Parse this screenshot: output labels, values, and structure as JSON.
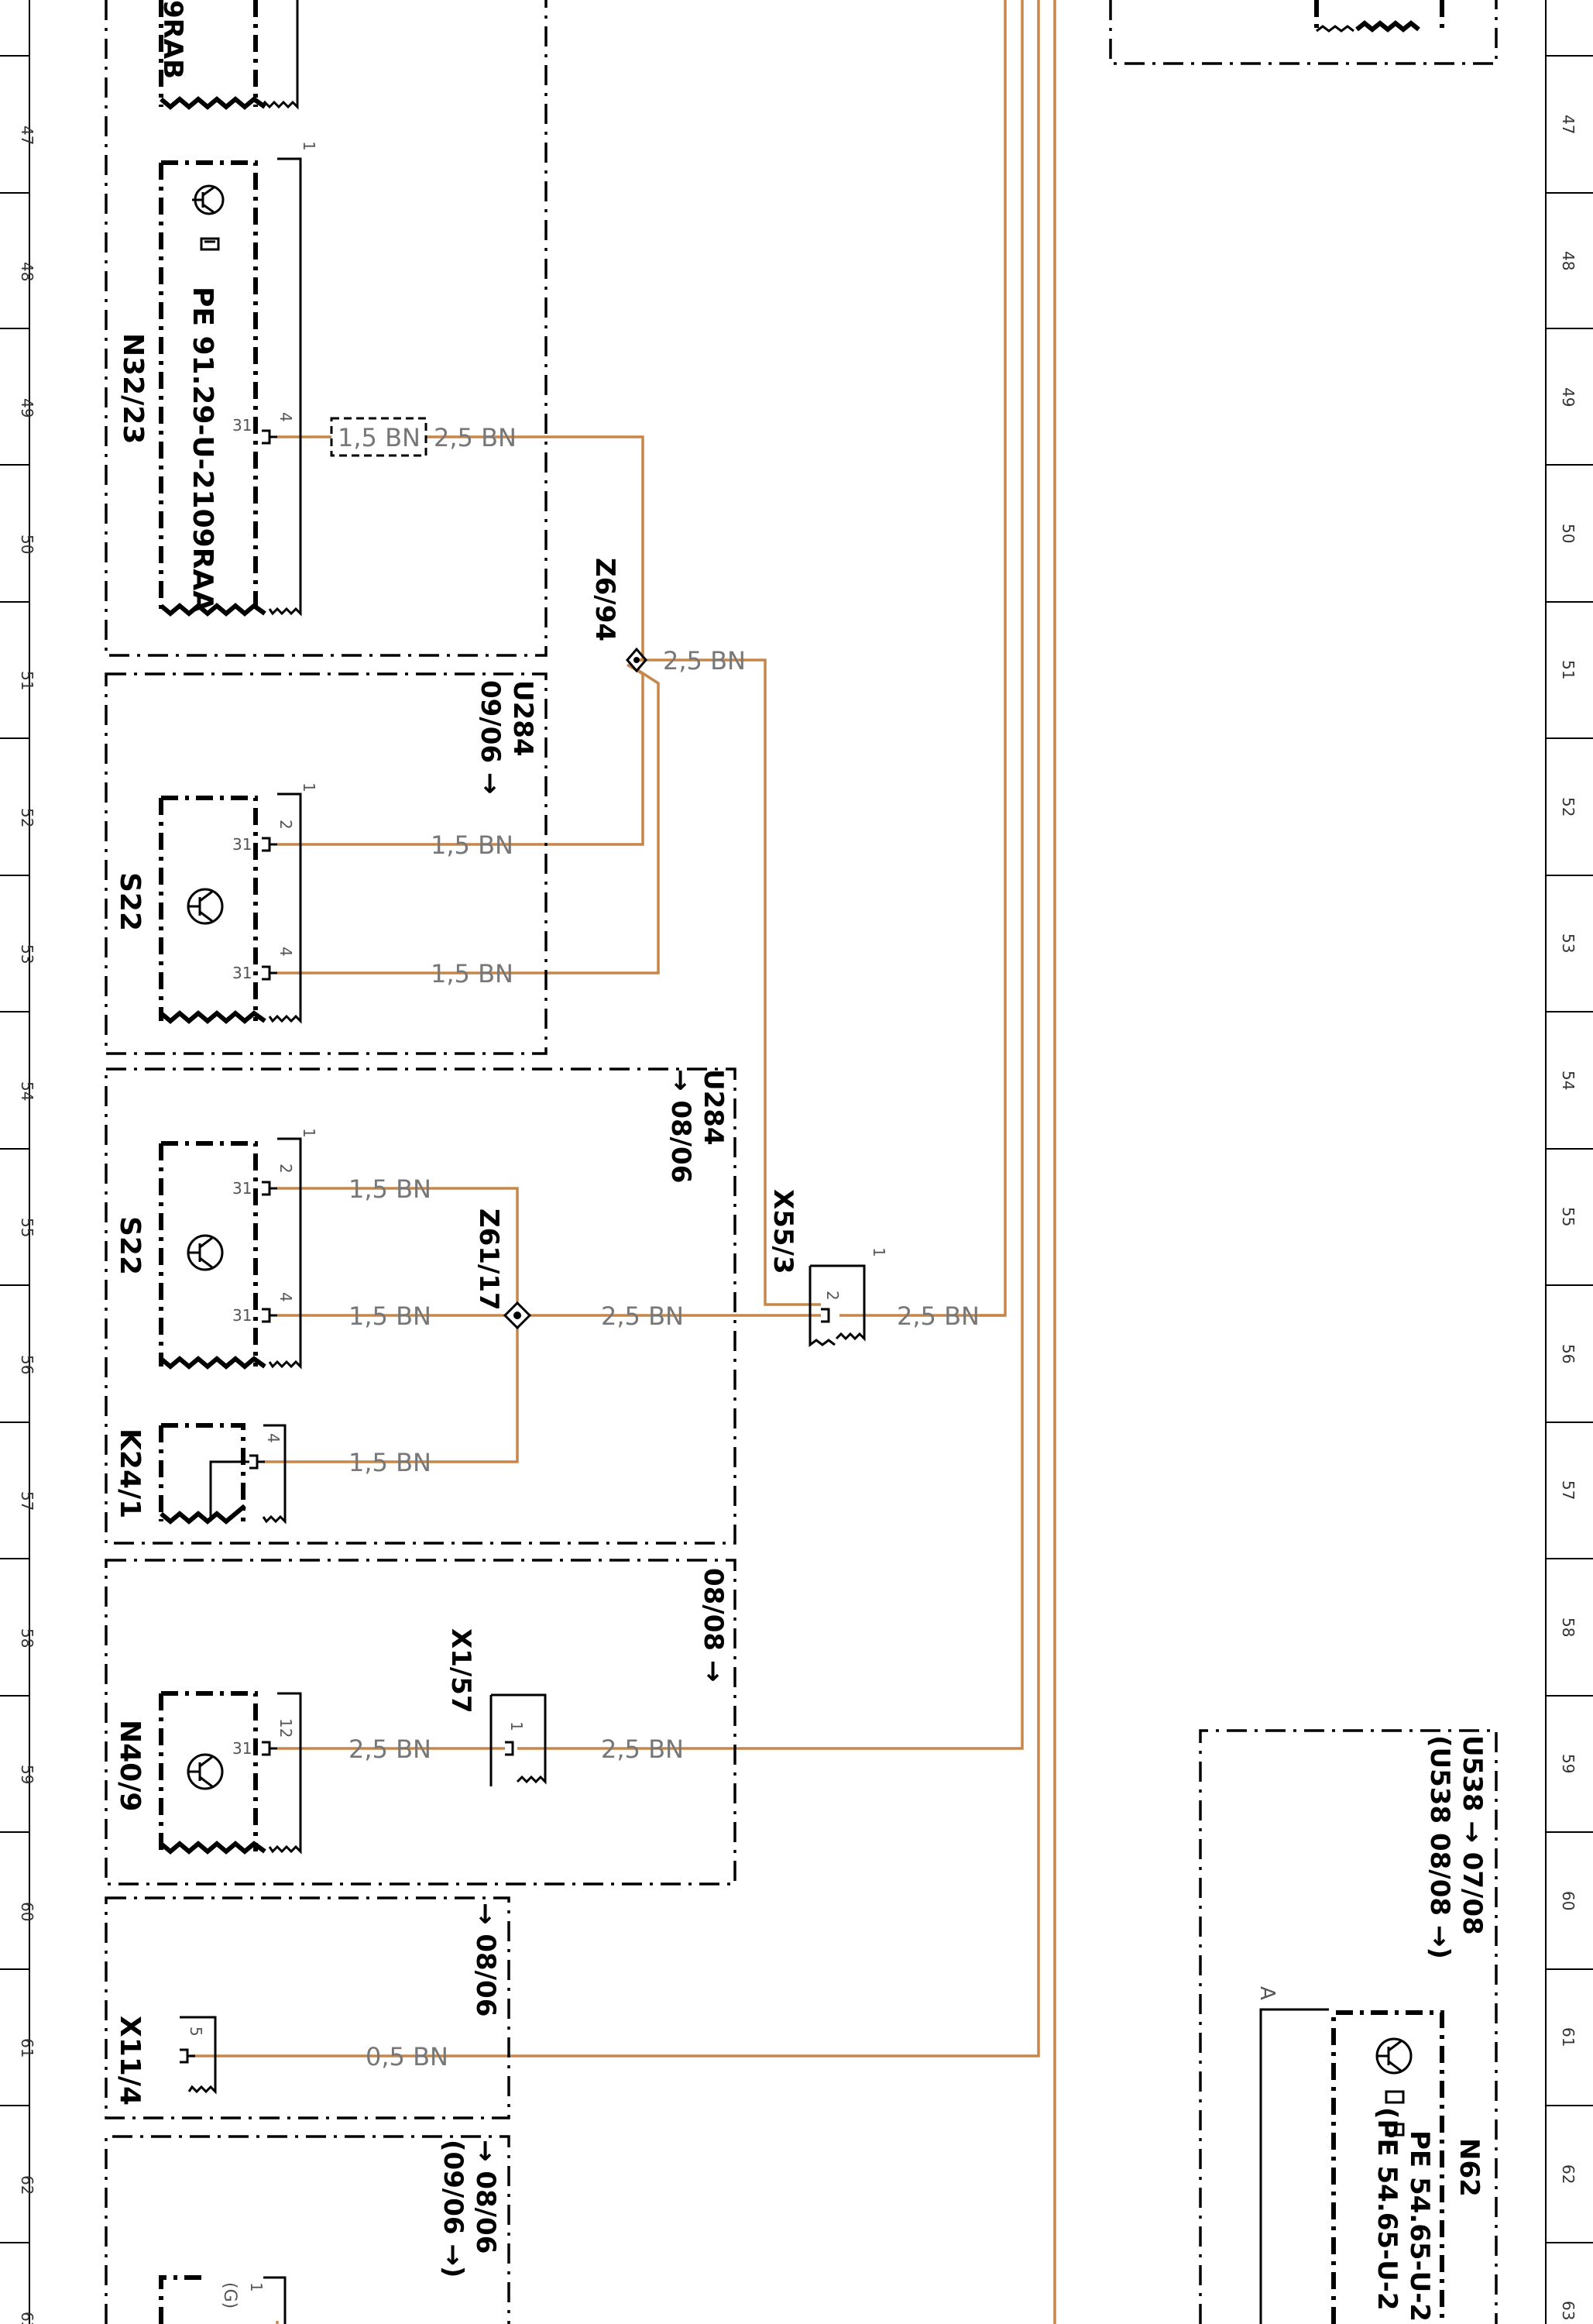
{
  "grid_ticks": [
    "47",
    "48",
    "49",
    "50",
    "51",
    "52",
    "53",
    "54",
    "55",
    "56",
    "57",
    "58",
    "59",
    "60",
    "61",
    "62",
    "63"
  ],
  "components": {
    "n32": {
      "id": "N32/23",
      "part": "PE 91.29-U-2109RAA",
      "partial_top": "9RAB"
    },
    "u284_a": {
      "id": "U284",
      "note": "09/06 →"
    },
    "s22_a": {
      "id": "S22"
    },
    "u284_b": {
      "id": "U284",
      "note": "→ 08/06"
    },
    "s22_b": {
      "id": "S22"
    },
    "k24": {
      "id": "K24/1"
    },
    "blk_n40": {
      "note": "08/08 →"
    },
    "n40": {
      "id": "N40/9"
    },
    "blk_x11": {
      "note": "→ 08/06"
    },
    "x11": {
      "id": "X11/4"
    },
    "blk_last": {
      "note1": "→ 08/06",
      "note2": "(09/06 →)"
    },
    "u538": {
      "note1": "U538 → 07/08",
      "note2": "(U538 08/08 →)"
    },
    "n62": {
      "id": "N62",
      "part1": "PE 54.65-U-2",
      "part2": "(PE 54.65-U-2"
    }
  },
  "connectors": {
    "z6_94": "Z6/94",
    "z61_17": "Z61/17",
    "x55_3": "X55/3",
    "x1_57": "X1/57"
  },
  "markers": {
    "A": "A",
    "G": "(G)"
  },
  "pins": {
    "p31": "31",
    "p1": "1",
    "p2": "2",
    "p4": "4",
    "p5": "5",
    "p12": "12"
  },
  "wires": {
    "w_1_5": "1,5 BN",
    "w_2_5": "2,5 BN",
    "w_0_5": "0,5 BN"
  }
}
